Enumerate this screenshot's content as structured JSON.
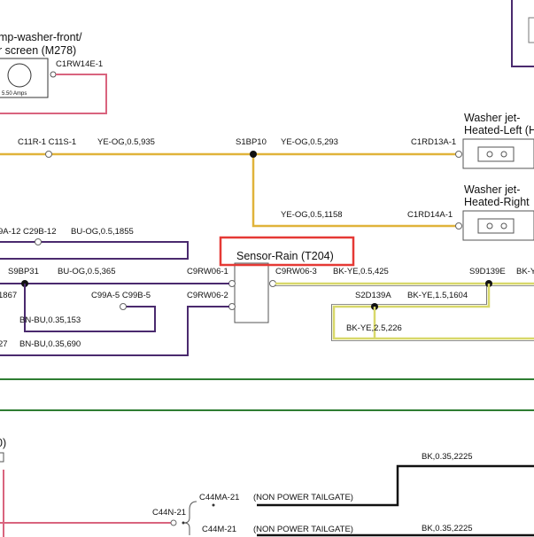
{
  "colors": {
    "pink": "#d9647e",
    "yellow": "#e0b33a",
    "purple": "#4a2a6e",
    "bk_ye": "#d8d86a",
    "green": "#2e7d32",
    "black": "#111111",
    "highlight": "#e53935"
  },
  "components": {
    "pump": {
      "name_line1": "mp-washer-front/",
      "name_line2": "r screen (M278)",
      "rating": "5.50 Amps",
      "pin": "C1RW14E-1"
    },
    "washer_left": {
      "name_line1": "Washer jet-",
      "name_line2": "Heated-Left (H",
      "pin": "C1RD13A-1"
    },
    "washer_right": {
      "name_line1": "Washer jet-",
      "name_line2": "Heated-Right",
      "pin": "C1RD14A-1"
    },
    "sensor_rain": {
      "name": "Sensor-Rain (T204)",
      "pin1": "C9RW06-1",
      "pin2": "C9RW06-2",
      "pin3": "C9RW06-3"
    }
  },
  "labels": {
    "c11r": "C11R-1 C11S-1",
    "wire_ye_og_935": "YE-OG,0.5,935",
    "s1bp10": "S1BP10",
    "wire_ye_og_293": "YE-OG,0.5,293",
    "wire_ye_og_1158": "YE-OG,0.5,1158",
    "c29a": "9A-12 C29B-12",
    "wire_bu_og_1855": "BU-OG,0.5,1855",
    "s9bp31": "S9BP31",
    "wire_bu_og_365": "BU-OG,0.5,365",
    "frag_1867": "1867",
    "c99a": "C99A-5 C99B-5",
    "wire_bn_bu_153": "BN-BU,0.35,153",
    "frag_27": "27",
    "wire_bn_bu_690": "BN-BU,0.35,690",
    "wire_bk_ye_425": "BK-YE,0.5,425",
    "s9d139e": "S9D139E",
    "frag_bk_y": "BK-Y",
    "s2d139a": "S2D139A",
    "wire_bk_ye_1604": "BK-YE,1.5,1604",
    "wire_bk_ye_226": "BK-YE,2.5,226",
    "frag_paren": "0)",
    "wire_bk_2225_a": "BK,0.35,2225",
    "wire_bk_2225_b": "BK,0.35,2225",
    "c44ma": "C44MA-21",
    "c44m": "C44M-21",
    "c44n": "C44N-21",
    "non_power_1": "(NON POWER TAILGATE)",
    "non_power_2": "(NON POWER TAILGATE)"
  }
}
